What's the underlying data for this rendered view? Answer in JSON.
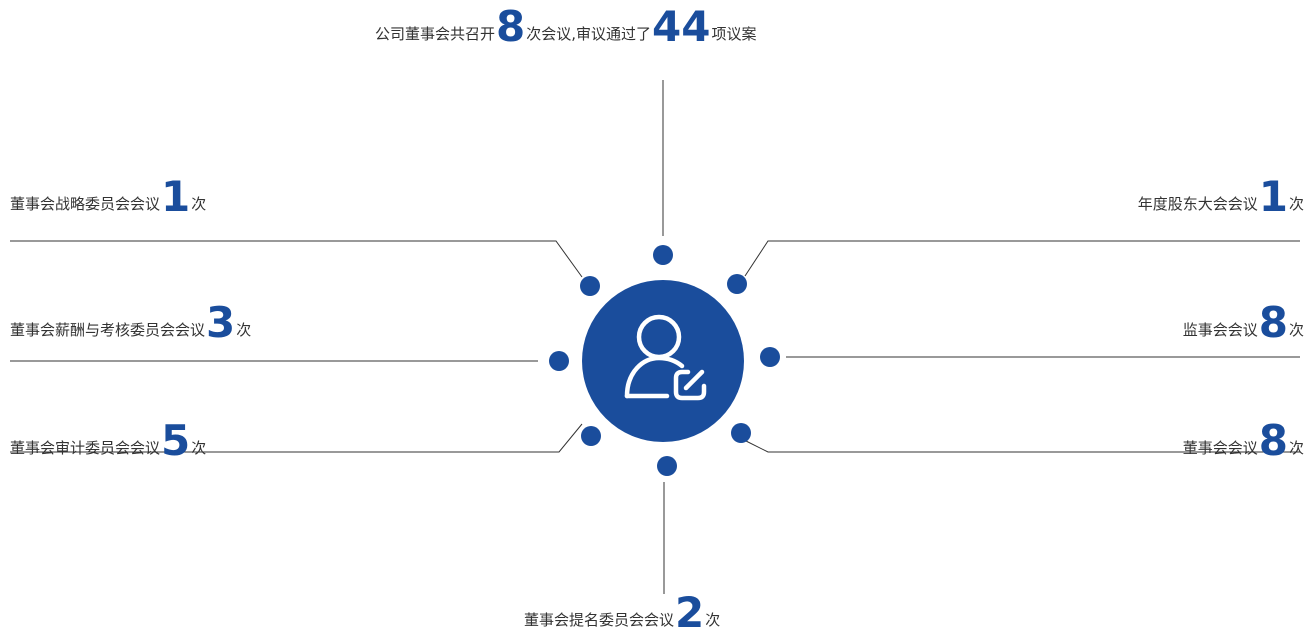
{
  "colors": {
    "accent": "#1a4d9c",
    "line": "#333333",
    "text": "#333333"
  },
  "center": {
    "icon": "user-edit-icon"
  },
  "top": {
    "prefix": "公司董事会共召开",
    "num1": "8",
    "mid": "次会议,审议通过了",
    "num2": "44",
    "suffix": "项议案"
  },
  "left": [
    {
      "prefix": "董事会战略委员会会议",
      "num": "1",
      "suffix": "次"
    },
    {
      "prefix": "董事会薪酬与考核委员会会议",
      "num": "3",
      "suffix": "次"
    },
    {
      "prefix": "董事会审计委员会会议",
      "num": "5",
      "suffix": "次"
    }
  ],
  "right": [
    {
      "prefix": "年度股东大会会议",
      "num": "1",
      "suffix": "次"
    },
    {
      "prefix": "监事会会议",
      "num": "8",
      "suffix": "次"
    },
    {
      "prefix": "董事会会议",
      "num": "8",
      "suffix": "次"
    }
  ],
  "bottom": {
    "prefix": "董事会提名委员会会议",
    "num": "2",
    "suffix": "次"
  }
}
